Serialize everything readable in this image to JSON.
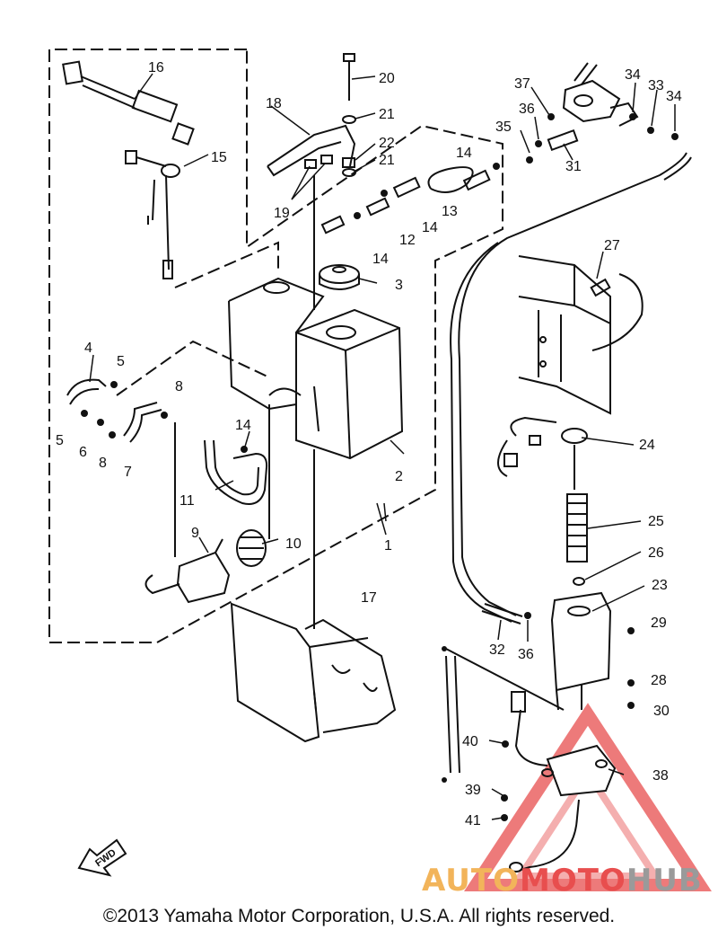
{
  "callouts": [
    {
      "id": "1",
      "text": "1"
    },
    {
      "id": "2",
      "text": "2"
    },
    {
      "id": "3",
      "text": "3"
    },
    {
      "id": "4",
      "text": "4"
    },
    {
      "id": "5a",
      "text": "5"
    },
    {
      "id": "5b",
      "text": "5"
    },
    {
      "id": "6",
      "text": "6"
    },
    {
      "id": "7",
      "text": "7"
    },
    {
      "id": "8a",
      "text": "8"
    },
    {
      "id": "8b",
      "text": "8"
    },
    {
      "id": "9",
      "text": "9"
    },
    {
      "id": "10",
      "text": "10"
    },
    {
      "id": "11",
      "text": "11"
    },
    {
      "id": "12",
      "text": "12"
    },
    {
      "id": "13",
      "text": "13"
    },
    {
      "id": "14a",
      "text": "14"
    },
    {
      "id": "14b",
      "text": "14"
    },
    {
      "id": "14c",
      "text": "14"
    },
    {
      "id": "14d",
      "text": "14"
    },
    {
      "id": "15",
      "text": "15"
    },
    {
      "id": "16",
      "text": "16"
    },
    {
      "id": "17",
      "text": "17"
    },
    {
      "id": "18",
      "text": "18"
    },
    {
      "id": "19",
      "text": "19"
    },
    {
      "id": "20",
      "text": "20"
    },
    {
      "id": "21a",
      "text": "21"
    },
    {
      "id": "21b",
      "text": "21"
    },
    {
      "id": "22",
      "text": "22"
    },
    {
      "id": "23",
      "text": "23"
    },
    {
      "id": "24",
      "text": "24"
    },
    {
      "id": "25",
      "text": "25"
    },
    {
      "id": "26",
      "text": "26"
    },
    {
      "id": "27",
      "text": "27"
    },
    {
      "id": "28",
      "text": "28"
    },
    {
      "id": "29",
      "text": "29"
    },
    {
      "id": "30",
      "text": "30"
    },
    {
      "id": "31",
      "text": "31"
    },
    {
      "id": "32",
      "text": "32"
    },
    {
      "id": "33",
      "text": "33"
    },
    {
      "id": "34a",
      "text": "34"
    },
    {
      "id": "34b",
      "text": "34"
    },
    {
      "id": "35",
      "text": "35"
    },
    {
      "id": "36a",
      "text": "36"
    },
    {
      "id": "36b",
      "text": "36"
    },
    {
      "id": "37",
      "text": "37"
    },
    {
      "id": "38",
      "text": "38"
    },
    {
      "id": "39",
      "text": "39"
    },
    {
      "id": "40",
      "text": "40"
    },
    {
      "id": "41",
      "text": "41"
    }
  ],
  "fwd_label": "FWD",
  "copyright": "©2013 Yamaha Motor Corporation, U.S.A. All rights reserved.",
  "watermark": {
    "part1": "AUTO",
    "part2": "MOTO",
    "part3": "HUB"
  },
  "colors": {
    "line": "#111111",
    "watermark_red": "#e84e4e",
    "watermark_orange": "#f2b45a",
    "watermark_gray": "#9a9a9a"
  }
}
